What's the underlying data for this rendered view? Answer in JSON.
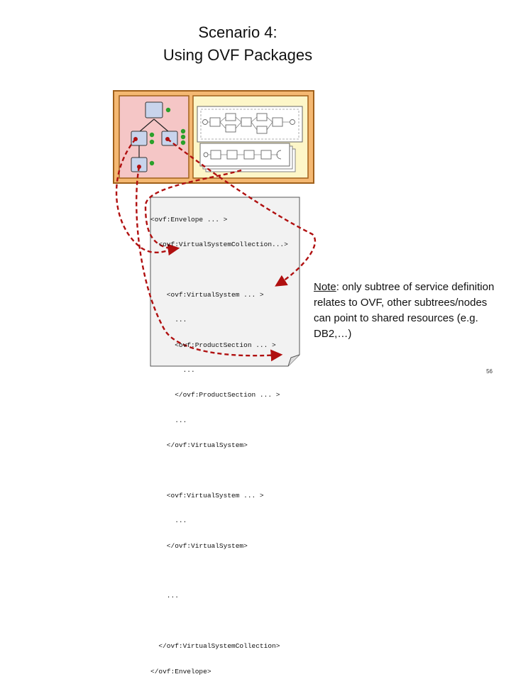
{
  "slide": {
    "title_line1": "Scenario 4:",
    "title_line2": "Using OVF Packages",
    "page_number": "56"
  },
  "xml_document": {
    "lines": [
      "<ovf:Envelope ... >",
      "  <ovf:VirtualSystemCollection...>",
      "",
      "    <ovf:VirtualSystem ... >",
      "      ...",
      "      <ovf:ProductSection ... >",
      "        ...",
      "      </ovf:ProductSection ... >",
      "      ...",
      "    </ovf:VirtualSystem>",
      "",
      "    <ovf:VirtualSystem ... >",
      "      ...",
      "    </ovf:VirtualSystem>",
      "",
      "    ...",
      "",
      "  </ovf:VirtualSystemCollection>",
      "</ovf:Envelope>"
    ]
  },
  "note": {
    "label": "Note",
    "text": ": only subtree of service definition relates to OVF, other subtrees/nodes can point to shared resources (e.g. DB2,…)"
  },
  "colors": {
    "panel_border": "#a0601a",
    "panel_fill": "#f4b872",
    "tree_panel": "#f5c6c6",
    "flow_panel": "#fdf6c8",
    "node_fill": "#c8d4ec",
    "connector_green": "#2aa02a",
    "arrow_red": "#b01010",
    "doc_fill": "#f2f2f2"
  }
}
